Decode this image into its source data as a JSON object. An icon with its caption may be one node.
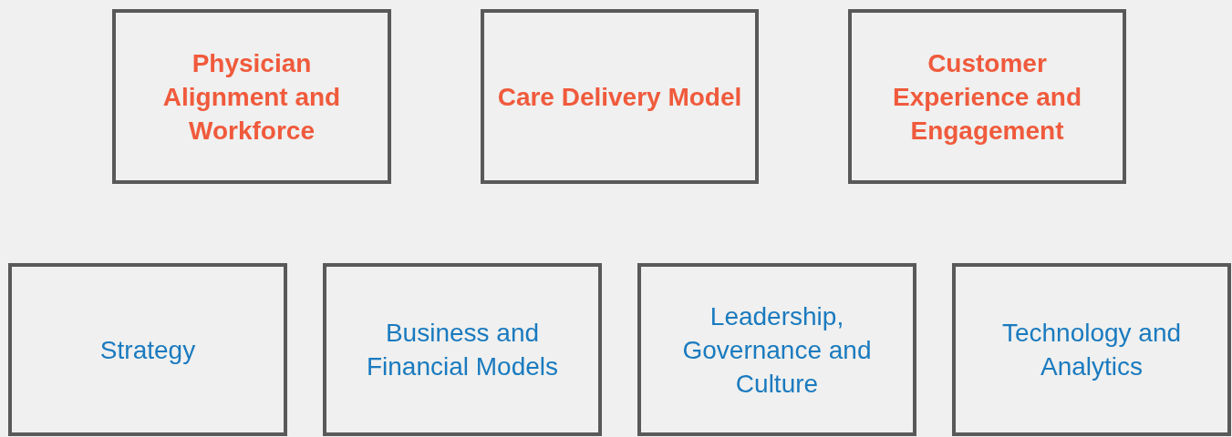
{
  "diagram": {
    "nodes": [
      {
        "text": [
          "Physician Alignment and Workforce"
        ]
      },
      {
        "text": [
          "Care Delivery Model"
        ]
      },
      {
        "text": [
          "Customer Experience and Engagement"
        ]
      },
      {
        "text": [
          "Strategy"
        ]
      },
      {
        "text": [
          "Business and Financial Models"
        ]
      },
      {
        "text": [
          "Leadership, Governance and Culture"
        ]
      },
      {
        "text": [
          "Technology and Analytics"
        ]
      }
    ]
  }
}
